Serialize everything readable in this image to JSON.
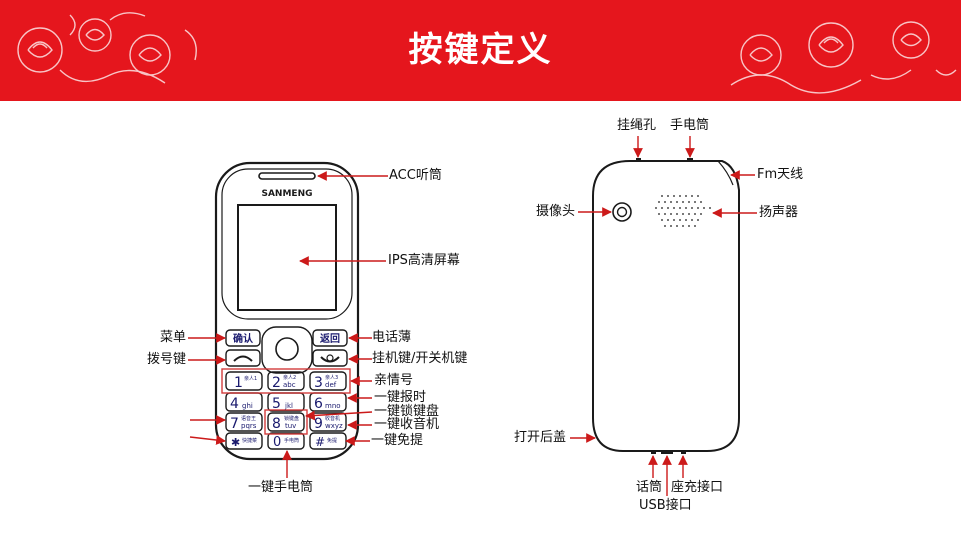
{
  "title": "按键定义",
  "colors": {
    "banner": "#e5161d",
    "arrow": "#cc1a1a",
    "outline": "#1a1a1a",
    "key_text": "#1a1a6e",
    "highlight": "#d23c3c"
  },
  "front": {
    "brand": "SANMENG",
    "labels": {
      "earpiece": "ACC听筒",
      "screen": "IPS高清屏幕",
      "menu": "菜单",
      "phonebook": "电话薄",
      "dial": "拨号键",
      "hangup_power": "挂机键/开关机键",
      "family": "亲情号",
      "time_report": "一键报时",
      "keylock": "一键锁键盘",
      "radio": "一键收音机",
      "handsfree": "一键免提",
      "flashlight": "一键手电筒"
    },
    "keys": {
      "confirm": "确认",
      "back": "返回",
      "k1": "1",
      "k1_sub": "亲人1",
      "k2": "2",
      "k2_top": "亲人2",
      "k2_sub": "abc",
      "k3": "3",
      "k3_top": "亲人3",
      "k3_sub": "def",
      "k4": "4",
      "k4_sub": "ghi",
      "k5": "5",
      "k5_sub": "jkl",
      "k6": "6",
      "k6_sub": "mno",
      "k7": "7",
      "k7_top": "语音王",
      "k7_sub": "pqrs",
      "k8": "8",
      "k8_top": "锁键盘",
      "k8_sub": "tuv",
      "k9": "9",
      "k9_top": "收音机",
      "k9_sub": "wxyz",
      "kstar": "✱",
      "kstar_top": "快捷菜",
      "k0": "0",
      "k0_top": "手电筒",
      "khash": "#",
      "khash_top": "免提"
    }
  },
  "back": {
    "labels": {
      "lanyard": "挂绳孔",
      "flashlight": "手电筒",
      "fm_antenna": "Fm天线",
      "camera": "摄像头",
      "speaker": "扬声器",
      "open_cover": "打开后盖",
      "microphone": "话筒",
      "dock": "座充接口",
      "usb": "USB接口"
    }
  }
}
